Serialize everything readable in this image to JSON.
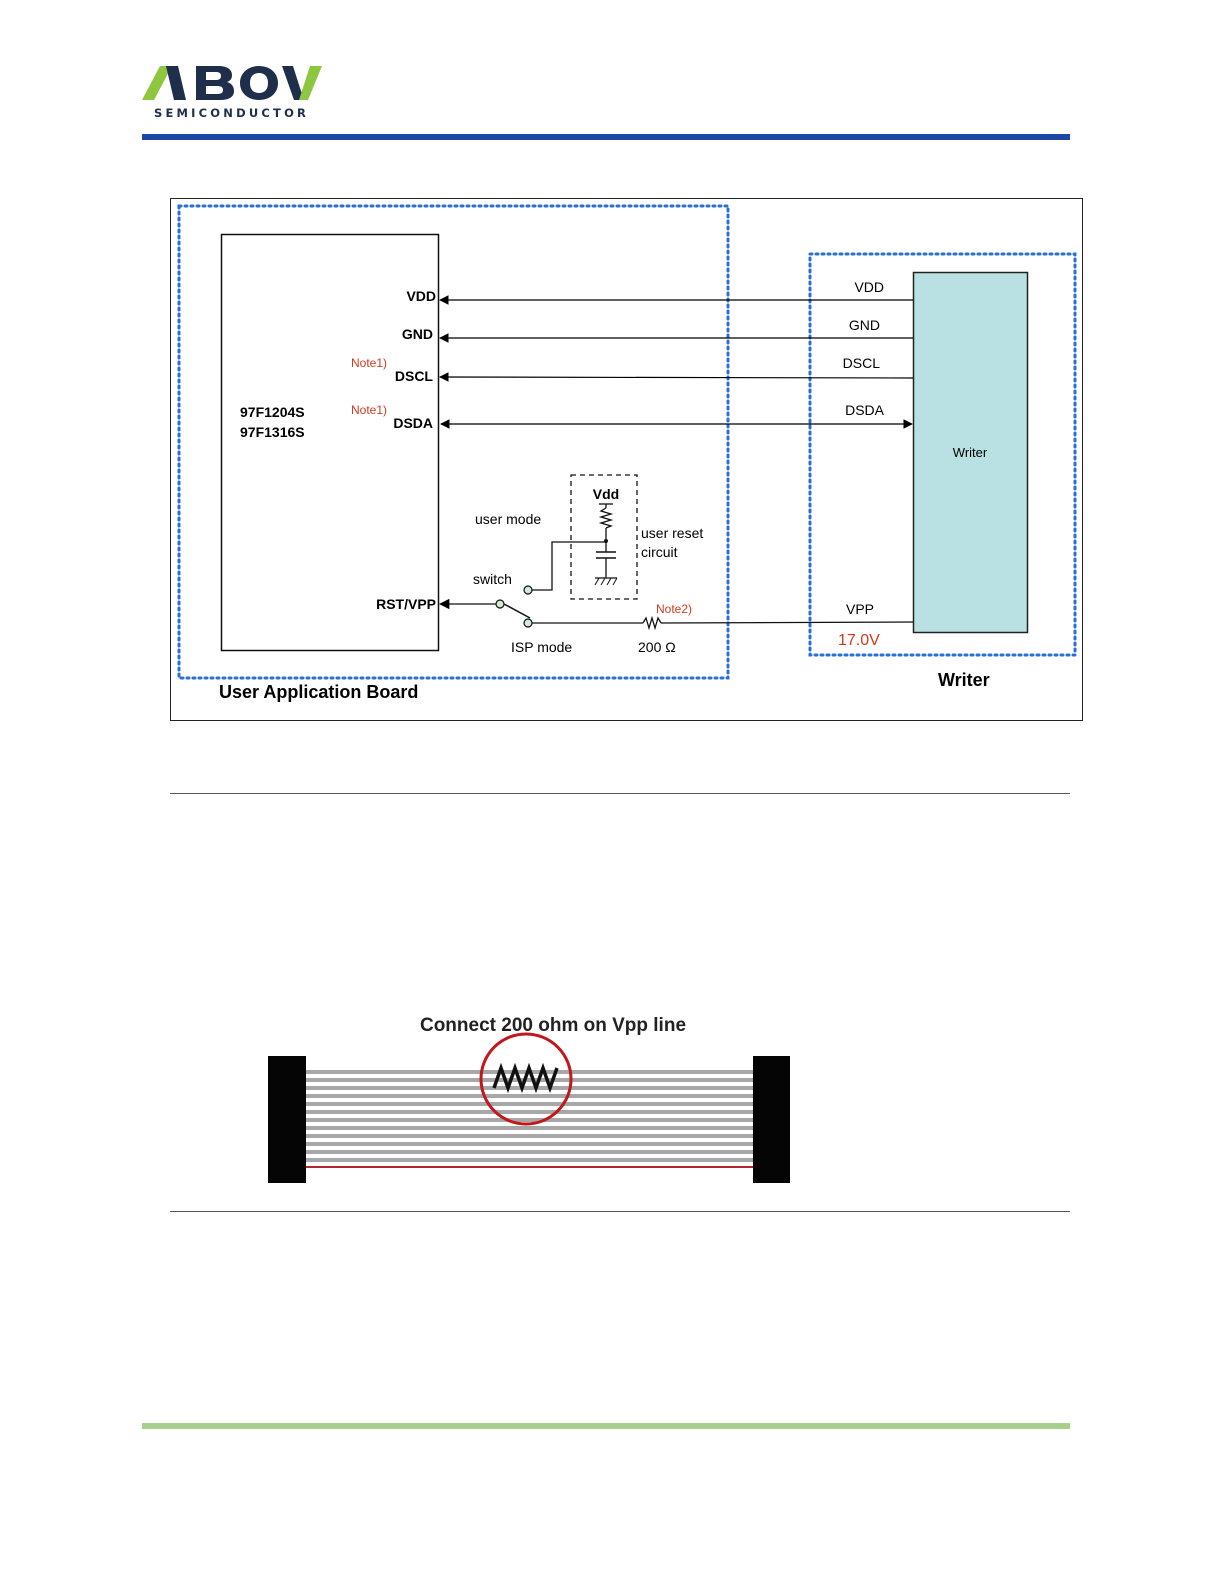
{
  "header": {
    "logo_text": "ABOV",
    "logo_subtitle": "SEMICONDUCTOR"
  },
  "colors": {
    "brand_blue": "#1c47a6",
    "logo_green": "#8dc63f",
    "logo_navy": "#1f2e4a",
    "boundary_blue": "#2a6fd6",
    "writer_fill": "#b9e0e2",
    "note_red": "#d03a20",
    "footer_green": "#a8cf8c",
    "circle_red": "#c0181d"
  },
  "figure1": {
    "chip_labels": [
      "97F1204S",
      "97F1316S"
    ],
    "pins": {
      "vdd": "VDD",
      "gnd": "GND",
      "dscl": "DSCL",
      "dsda": "DSDA",
      "rst_vpp": "RST/VPP"
    },
    "note1": "Note1)",
    "note2": "Note2)",
    "reset_circuit": {
      "vdd": "Vdd",
      "label_line1": "user reset",
      "label_line2": "circuit"
    },
    "user_mode": "user mode",
    "switch": "switch",
    "isp_mode": "ISP mode",
    "resistor": "200 Ω",
    "writer_pins": {
      "vdd": "VDD",
      "gnd": "GND",
      "dscl": "DSCL",
      "dsda": "DSDA",
      "vpp": "VPP"
    },
    "vpp_voltage": "17.0V",
    "writer_label": "Writer",
    "board_caption": "User Application  Board",
    "writer_caption": "Writer"
  },
  "figure2": {
    "title": "Connect 200 ohm on Vpp line"
  }
}
